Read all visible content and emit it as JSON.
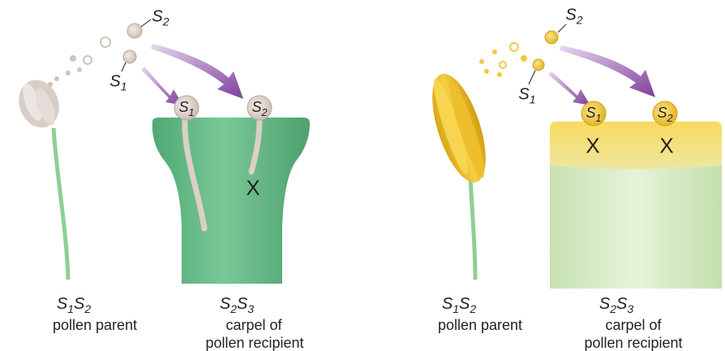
{
  "panels": [
    {
      "genotype_pollen": "S1S2",
      "pollen_caption": "pollen parent",
      "genotype_carpel": "S2S3",
      "carpel_caption_1": "carpel of",
      "carpel_caption_2": "pollen recipient",
      "grain_labels": [
        "S1",
        "S2"
      ],
      "stigma_grain_labels": [
        "S1",
        "S2"
      ],
      "block_marks": [
        "X"
      ]
    },
    {
      "genotype_pollen": "S1S2",
      "pollen_caption": "pollen parent",
      "genotype_carpel": "S2S3",
      "carpel_caption_1": "carpel of",
      "carpel_caption_2": "pollen recipient",
      "grain_labels": [
        "S1",
        "S2"
      ],
      "stigma_grain_labels": [
        "S1",
        "S2"
      ],
      "block_marks": [
        "X",
        "X"
      ]
    }
  ],
  "colors": {
    "left_carpel": "#6cbf8e",
    "left_anther": "#d9d2cc",
    "right_anther": "#f2c12e",
    "right_carpel_top": "#f6d75c",
    "right_carpel_body": "#d8ecc4",
    "arrow": "#8c5aa8"
  }
}
